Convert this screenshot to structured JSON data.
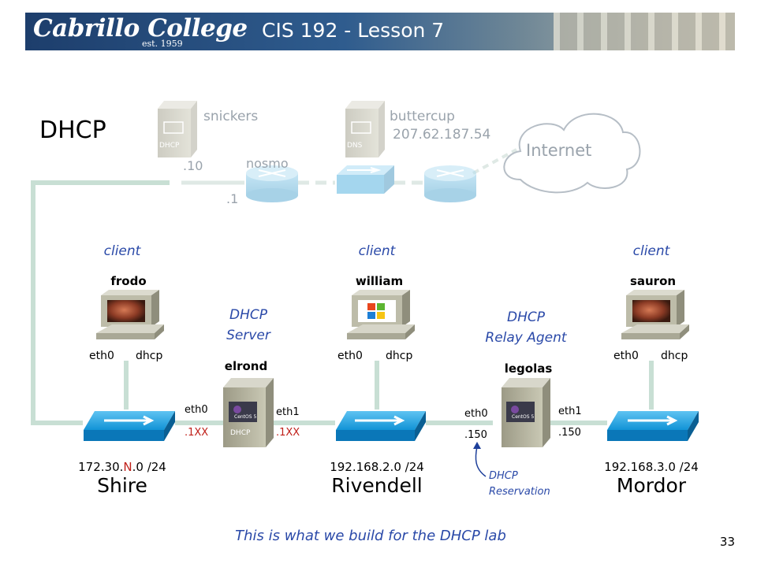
{
  "header": {
    "logo": "Cabrillo College",
    "established": "est. 1959",
    "title": "CIS 192 - Lesson 7"
  },
  "slide_title": "DHCP",
  "top": {
    "snickers": {
      "name": "snickers",
      "badge": "DHCP",
      "ip": ".10"
    },
    "buttercup": {
      "name": "buttercup",
      "ip": "207.62.187.54",
      "badge": "DNS"
    },
    "nosmo": {
      "name": "nosmo",
      "ip": ".1"
    },
    "internet": "Internet"
  },
  "hosts": [
    {
      "role": "client",
      "name": "frodo",
      "iface": "eth0",
      "mode": "dhcp"
    },
    {
      "role": "client",
      "name": "william",
      "iface": "eth0",
      "mode": "dhcp"
    },
    {
      "role": "client",
      "name": "sauron",
      "iface": "eth0",
      "mode": "dhcp"
    }
  ],
  "elrond": {
    "role_line1": "DHCP",
    "role_line2": "Server",
    "name": "elrond",
    "eth0": "eth0",
    "eth0_ip": ".1XX",
    "eth1": "eth1",
    "eth1_ip": ".1XX",
    "badge": "DHCP"
  },
  "legolas": {
    "role_line1": "DHCP",
    "role_line2": "Relay Agent",
    "name": "legolas",
    "eth0": "eth0",
    "eth0_ip": ".150",
    "eth1": "eth1",
    "eth1_ip": ".150"
  },
  "os_logo": "CentOS 5",
  "networks": [
    {
      "net_prefix": "172.30.",
      "net_n": "N",
      "net_suffix": ".0 /24",
      "name": "Shire"
    },
    {
      "net_prefix": "192.168.2.0 /24",
      "net_n": "",
      "net_suffix": "",
      "name": "Rivendell"
    },
    {
      "net_prefix": "192.168.3.0 /24",
      "net_n": "",
      "net_suffix": "",
      "name": "Mordor"
    }
  ],
  "reservation": {
    "line1": "DHCP",
    "line2": "Reservation"
  },
  "footer": {
    "caption": "This is what we build for the DHCP lab",
    "page": "33"
  },
  "colors": {
    "link": "#c8dfd4",
    "switch": "#0a8fd4",
    "label_blue": "#2a49a8",
    "red": "#c0201a",
    "faded": "#9aa3ac"
  }
}
